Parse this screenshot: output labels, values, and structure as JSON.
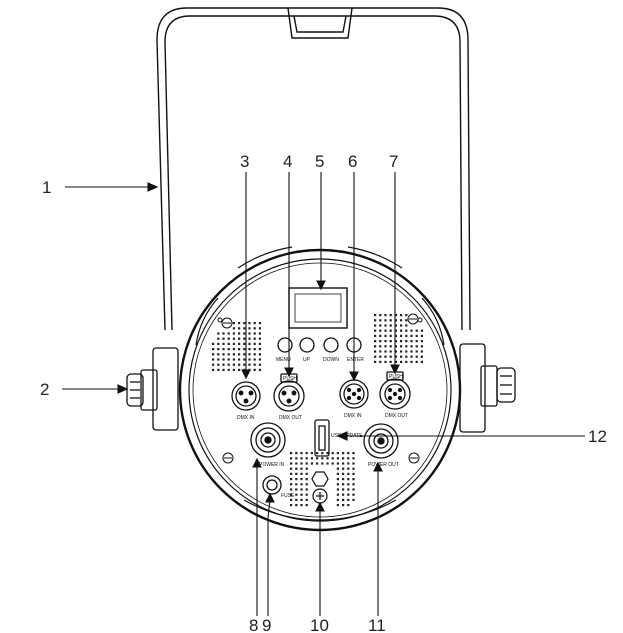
{
  "callouts": [
    {
      "id": "1",
      "label": "1"
    },
    {
      "id": "2",
      "label": "2"
    },
    {
      "id": "3",
      "label": "3"
    },
    {
      "id": "4",
      "label": "4"
    },
    {
      "id": "5",
      "label": "5"
    },
    {
      "id": "6",
      "label": "6"
    },
    {
      "id": "7",
      "label": "7"
    },
    {
      "id": "8",
      "label": "8"
    },
    {
      "id": "9",
      "label": "9"
    },
    {
      "id": "10",
      "label": "10"
    },
    {
      "id": "11",
      "label": "11"
    },
    {
      "id": "12",
      "label": "12"
    }
  ],
  "panel": {
    "buttons": [
      "MENU",
      "UP",
      "DOWN",
      "ENTER"
    ],
    "dmx_in": "DMX IN",
    "push": "PUSH",
    "dmx_out_4": "DMX OUT",
    "dmx_in_5": "DMX IN",
    "dmx_out_5": "DMX OUT",
    "power_in": "POWER IN",
    "fuse": "FUSE",
    "power_out": "POWER OUT",
    "usb": "USB/UPDATE"
  }
}
